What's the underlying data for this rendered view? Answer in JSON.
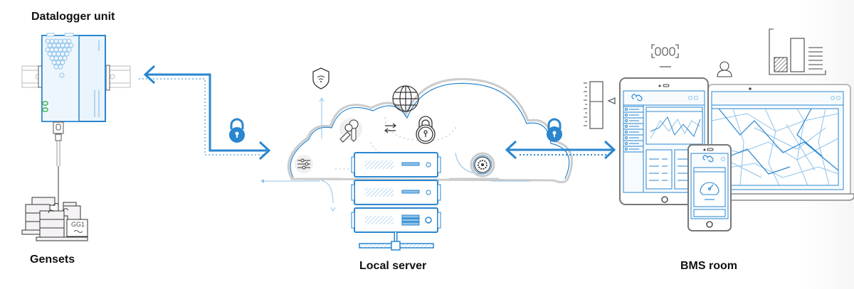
{
  "diagram": {
    "title": "Datalogger to BMS room architecture",
    "nodes": [
      {
        "id": "datalogger",
        "label": "Datalogger unit"
      },
      {
        "id": "gensets",
        "label": "Gensets",
        "badge": "GG1"
      },
      {
        "id": "server",
        "label": "Local server"
      },
      {
        "id": "bms",
        "label": "BMS room"
      }
    ],
    "links": [
      {
        "from": "datalogger",
        "to": "server",
        "secure": true,
        "direction": "bidirectional"
      },
      {
        "from": "server",
        "to": "bms",
        "secure": true,
        "direction": "bidirectional"
      },
      {
        "from": "gensets",
        "to": "datalogger",
        "secure": false,
        "direction": "wired"
      }
    ],
    "cloud_icons": [
      "shield-wifi-icon",
      "globe-icon",
      "keys-icon",
      "padlock-icon",
      "sliders-icon",
      "gear-icon",
      "exchange-arrows-icon"
    ],
    "bms_icons": [
      "counter-icon",
      "user-icon",
      "bar-chart-icon",
      "gauge-scale-icon",
      "tablet-icon",
      "laptop-icon",
      "phone-icon"
    ],
    "colors": {
      "accent": "#2a86cf",
      "accent_light": "#8ec3ea",
      "outline": "#555555",
      "text": "#111111"
    }
  }
}
